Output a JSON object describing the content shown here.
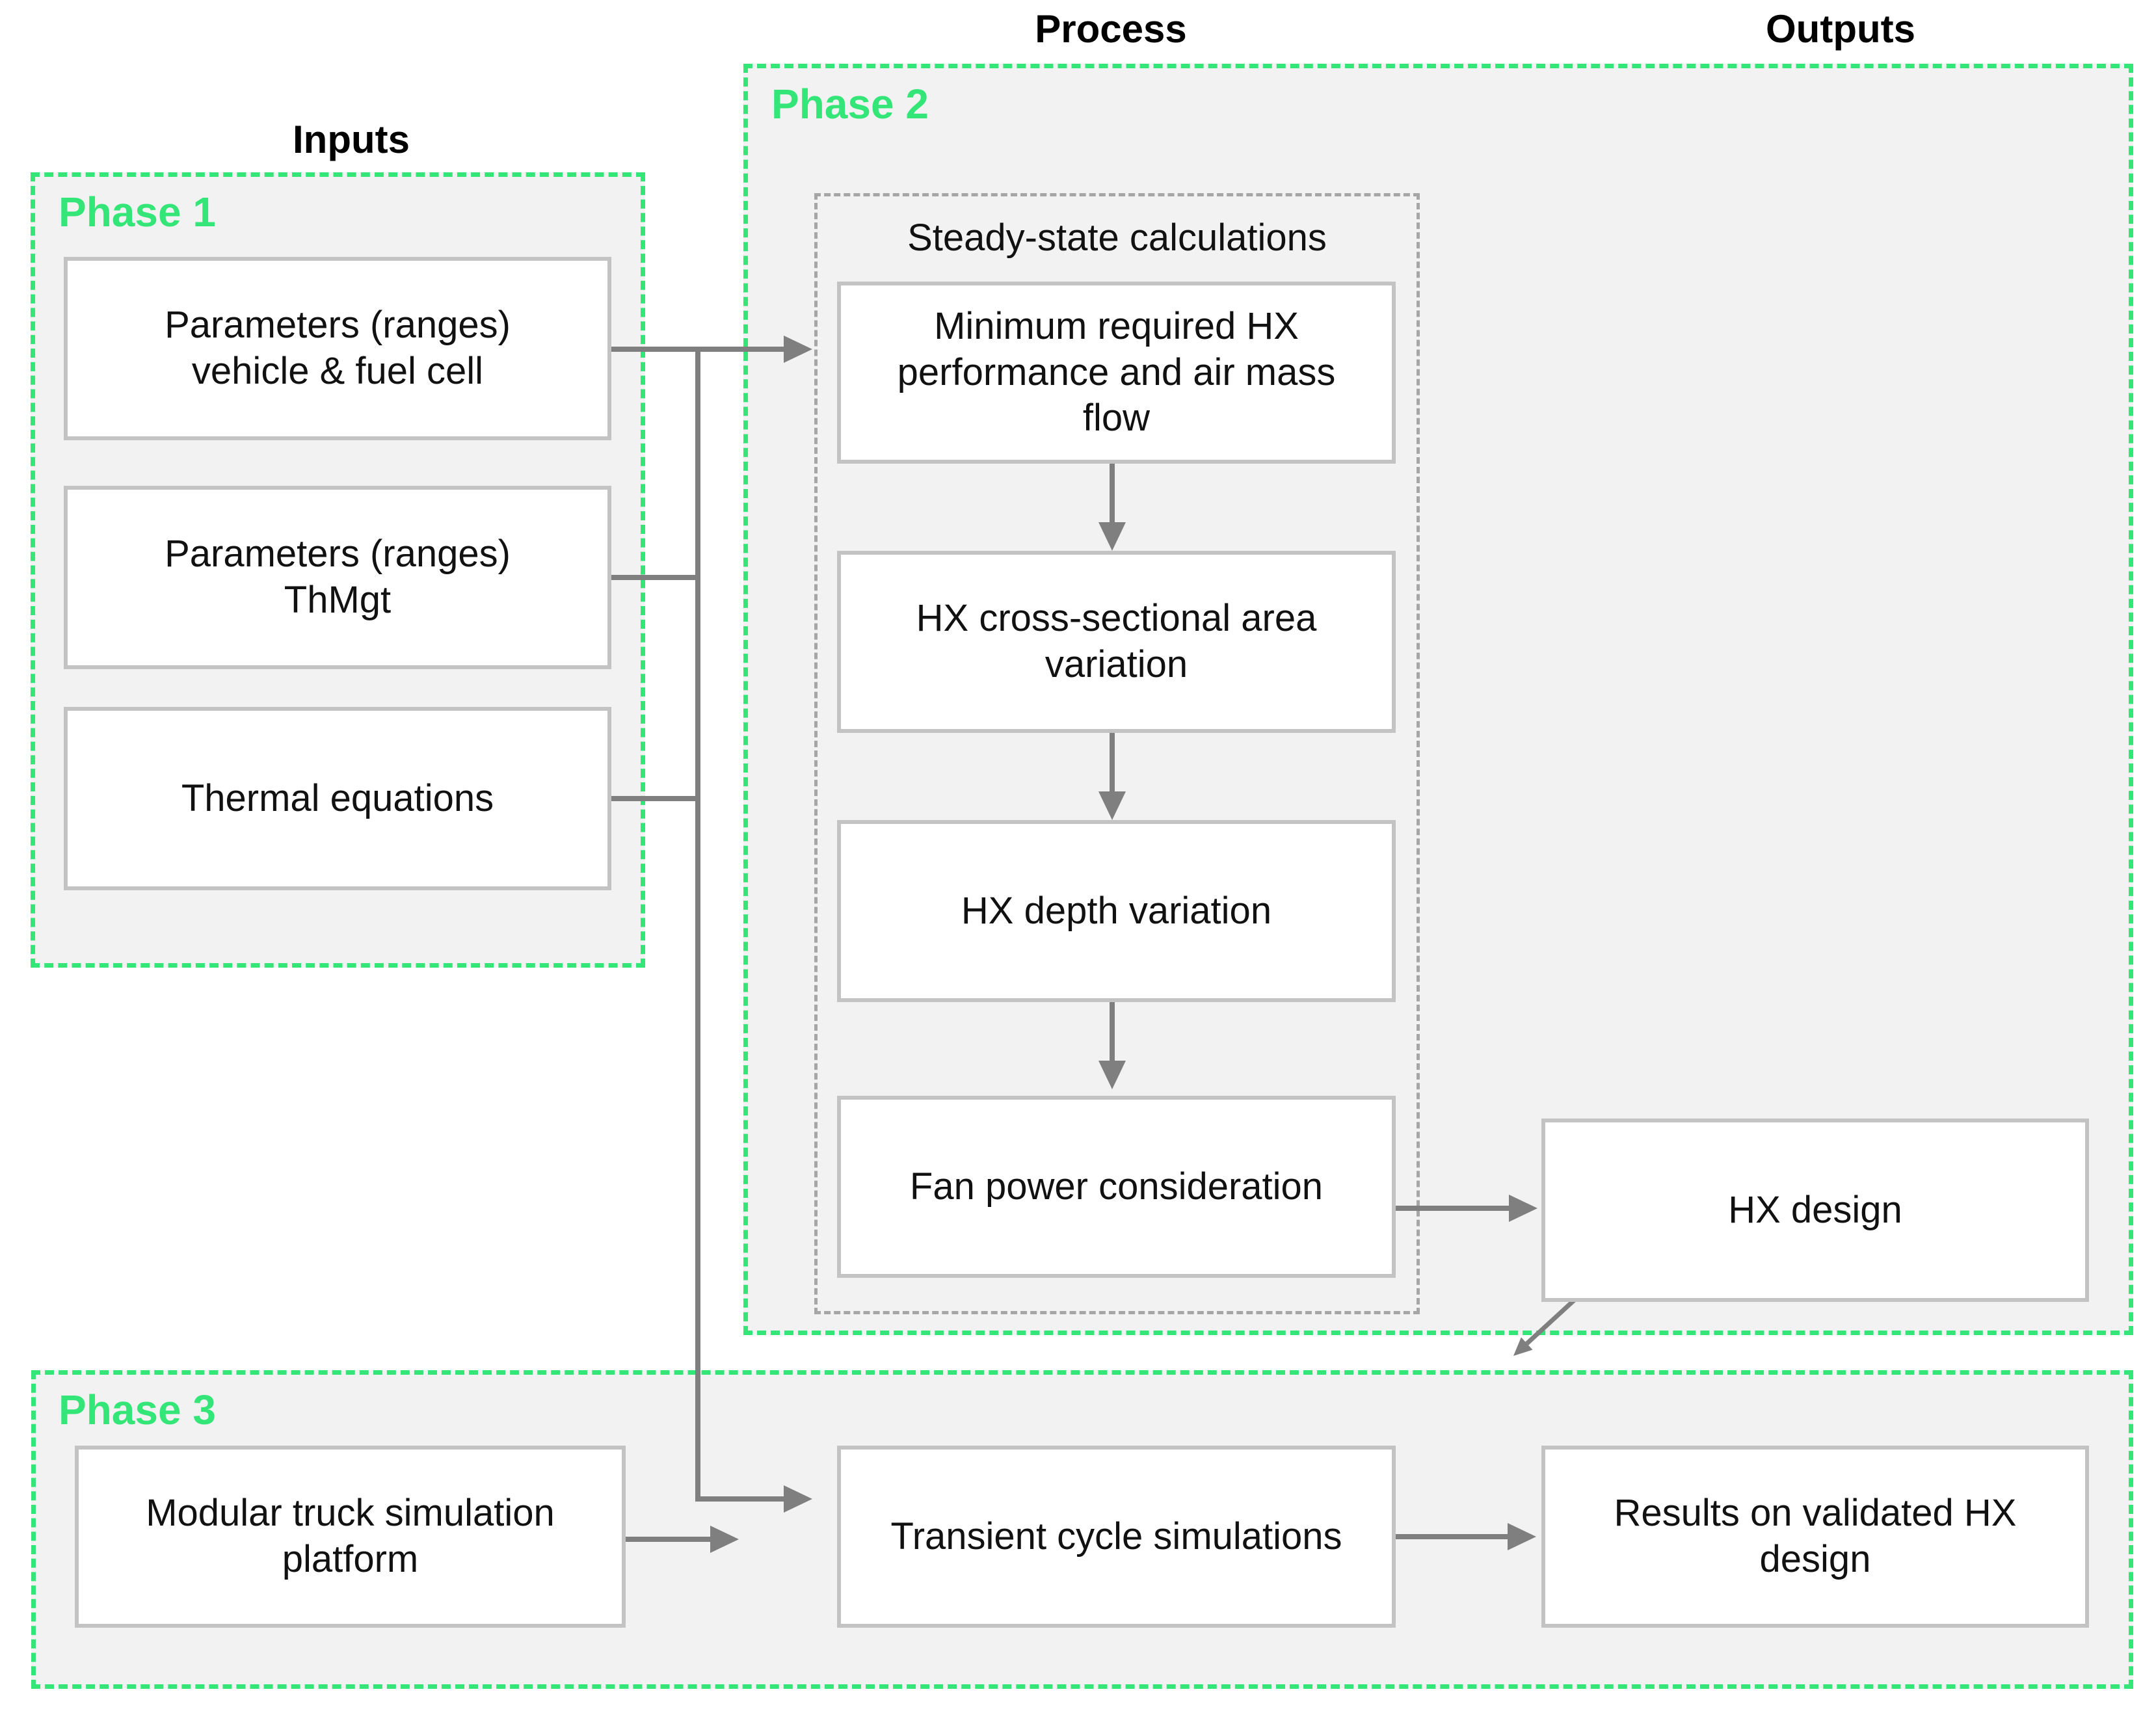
{
  "column_headers": {
    "inputs": "Inputs",
    "process": "Process",
    "outputs": "Outputs"
  },
  "phase1": {
    "label": "Phase 1",
    "box_params_vehicle": "Parameters (ranges)\nvehicle & fuel cell",
    "box_params_thmgt": "Parameters (ranges)\nThMgt",
    "box_thermal_equations": "Thermal equations"
  },
  "phase2": {
    "label": "Phase 2",
    "steady_state_title": "Steady-state calculations",
    "step_min_required": "Minimum required HX\nperformance and air mass\nflow",
    "step_cross_sectional": "HX cross-sectional area\nvariation",
    "step_depth": "HX depth variation",
    "step_fan_power": "Fan power consideration",
    "box_hx_design": "HX design"
  },
  "phase3": {
    "label": "Phase 3",
    "box_modular_truck": "Modular truck simulation\nplatform",
    "box_transient": "Transient cycle simulations",
    "box_results": "Results on validated HX\ndesign"
  },
  "colors": {
    "phase_border_green": "#34e578",
    "phase_fill_gray": "#f2f2f2",
    "box_border_gray": "#c3c3c3",
    "inner_dashed_gray": "#a6a6a6",
    "arrow_gray": "#7f7f7f"
  }
}
